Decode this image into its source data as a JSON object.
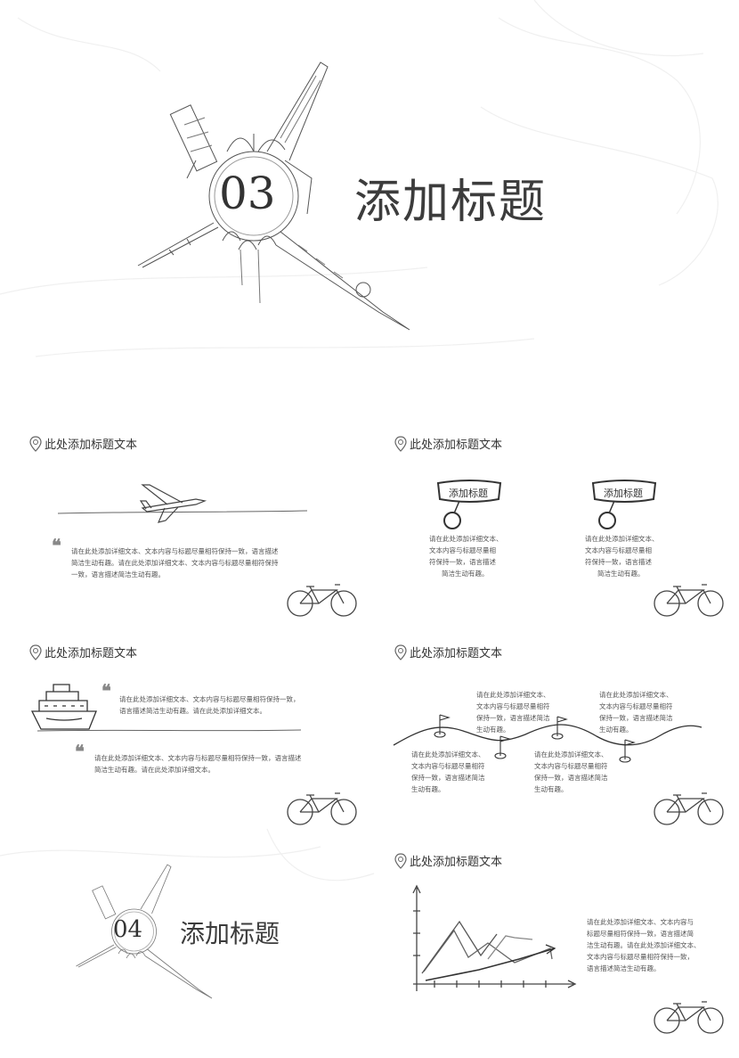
{
  "section3": {
    "number": "03",
    "title": "添加标题"
  },
  "section4": {
    "number": "04",
    "title": "添加标题"
  },
  "panels": {
    "p1": {
      "title": "此处添加标题文本",
      "body": [
        "请在此处添加详细文本、文本内容与标题尽量相符保持一致，语言描述",
        "简洁生动有趣。请在此处添加详细文本、文本内容与标题尽量相符保持",
        "一致，语言描述简洁生动有趣。"
      ]
    },
    "p2": {
      "title": "此处添加标题文本",
      "bubble1": "添加标题",
      "bubble2": "添加标题",
      "body_left": [
        "请在此处添加详细文本、",
        "文本内容与标题尽量相",
        "符保持一致，语言描述",
        "简洁生动有趣。"
      ],
      "body_right": [
        "请在此处添加详细文本、",
        "文本内容与标题尽量相",
        "符保持一致，语言描述",
        "简洁生动有趣。"
      ]
    },
    "p3": {
      "title": "此处添加标题文本",
      "body1": [
        "请在此处添加详细文本、文本内容与标题尽量相符保持一致，",
        "语言描述简洁生动有趣。请在此处添加详细文本。"
      ],
      "body2": [
        "请在此处添加详细文本、文本内容与标题尽量相符保持一致，语言描述",
        "简洁生动有趣。请在此处添加详细文本。"
      ]
    },
    "p4": {
      "title": "此处添加标题文本",
      "t1": [
        "请在此处添加详细文本、",
        "文本内容与标题尽量相符",
        "保持一致，语言描述简洁",
        "生动有趣。"
      ],
      "t2": [
        "请在此处添加详细文本、",
        "文本内容与标题尽量相符",
        "保持一致，语言描述简洁",
        "生动有趣。"
      ],
      "b1": [
        "请在此处添加详细文本、",
        "文本内容与标题尽量相符",
        "保持一致，语言描述简洁",
        "生动有趣。"
      ],
      "b2": [
        "请在此处添加详细文本、",
        "文本内容与标题尽量相符",
        "保持一致，语言描述简洁",
        "生动有趣。"
      ]
    },
    "p5": {
      "title": "此处添加标题文本",
      "body": [
        "请在此处添加详细文本、文本内容与",
        "标题尽量相符保持一致，语言描述简",
        "洁生动有趣。请在此处添加详细文本、",
        "文本内容与标题尽量相符保持一致，",
        "语言描述简洁生动有趣。"
      ]
    }
  }
}
